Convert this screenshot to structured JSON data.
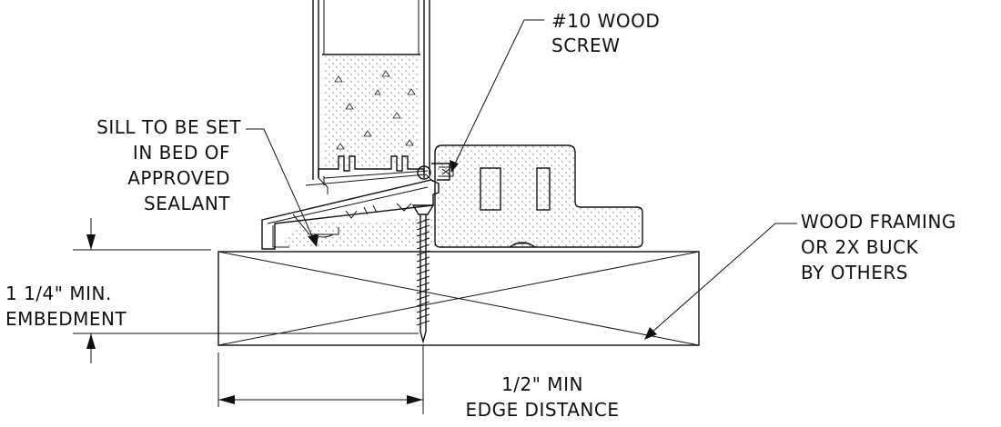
{
  "labels": {
    "screw_line1": "#10 WOOD",
    "screw_line2": "SCREW",
    "sill_line1": "SILL TO BE SET",
    "sill_line2": "IN BED OF",
    "sill_line3": "APPROVED",
    "sill_line4": "SEALANT",
    "framing_line1": "WOOD FRAMING",
    "framing_line2": "OR 2X BUCK",
    "framing_line3": "BY OTHERS",
    "embed_line1": "1 1/4\" MIN.",
    "embed_line2": "EMBEDMENT",
    "edge_line1": "1/2\" MIN",
    "edge_line2": "EDGE DISTANCE"
  },
  "colors": {
    "line": "#111111",
    "background": "#ffffff"
  }
}
